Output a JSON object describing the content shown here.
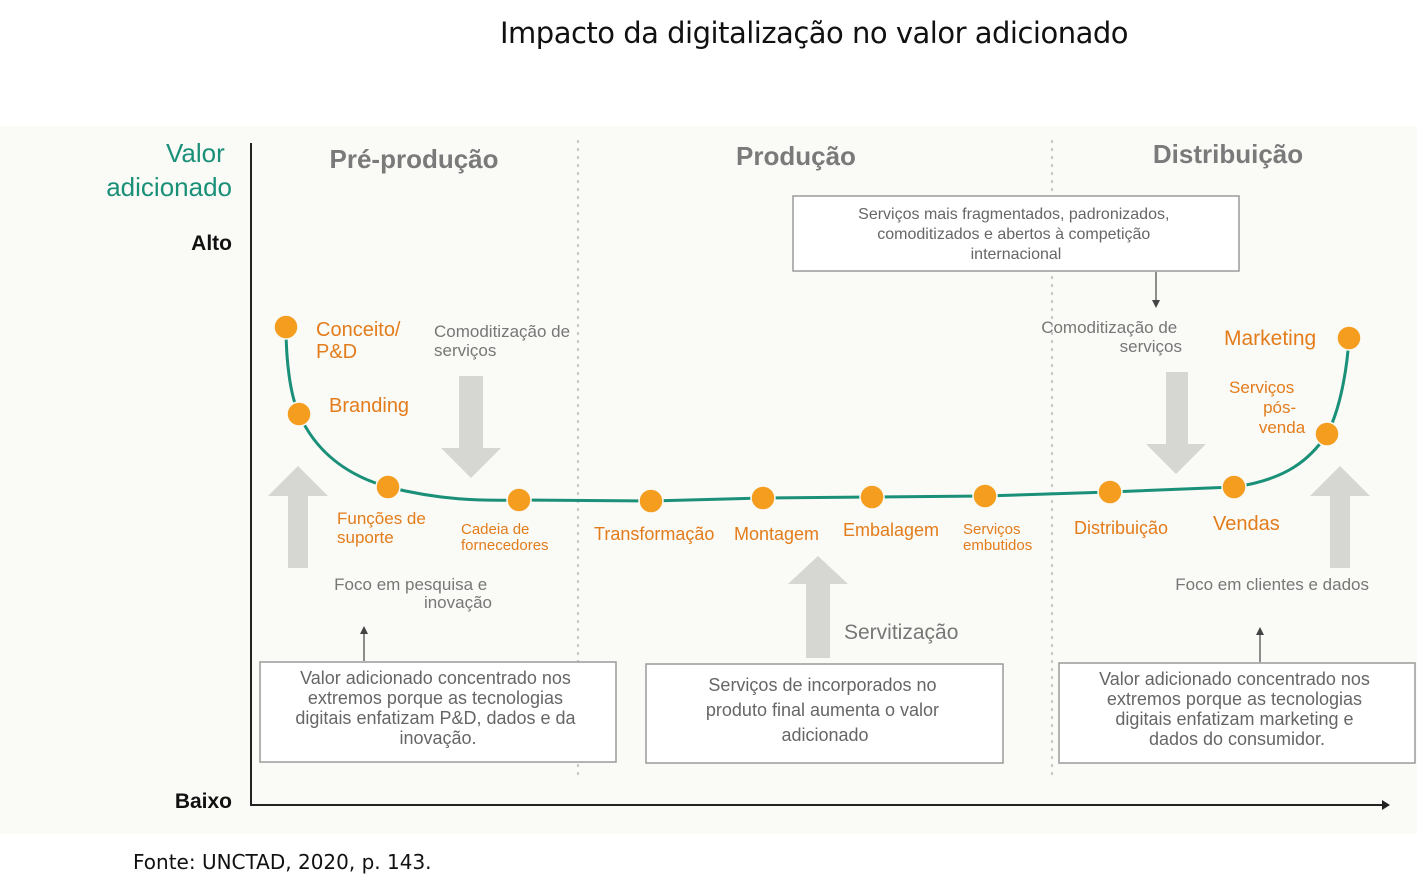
{
  "title": "Impacto da digitalização no valor adicionado",
  "source": "Fonte: UNCTAD, 2020, p. 143.",
  "colors": {
    "accent_green": "#1a9078",
    "orange": "#e37c1b",
    "node": "#f59d1f",
    "grey_text": "#777777",
    "arrow_fill": "#d6d6d2"
  },
  "axis": {
    "ylabel_line1": "Valor",
    "ylabel_line2": "adicionado",
    "high": "Alto",
    "low": "Baixo"
  },
  "phases": [
    {
      "label": "Pré-produção"
    },
    {
      "label": "Produção"
    },
    {
      "label": "Distribuição"
    }
  ],
  "stages": [
    {
      "lines": [
        "Conceito/",
        "P&D"
      ]
    },
    {
      "lines": [
        "Branding"
      ]
    },
    {
      "lines": [
        "Funções de",
        "suporte"
      ]
    },
    {
      "lines": [
        "Cadeia de",
        "fornecedores"
      ]
    },
    {
      "lines": [
        "Transformação"
      ]
    },
    {
      "lines": [
        "Montagem"
      ]
    },
    {
      "lines": [
        "Embalagem"
      ]
    },
    {
      "lines": [
        "Serviços",
        "embutidos"
      ]
    },
    {
      "lines": [
        "Distribuição"
      ]
    },
    {
      "lines": [
        "Vendas"
      ]
    },
    {
      "lines": [
        "Serviços",
        "pós-",
        "venda"
      ]
    },
    {
      "lines": [
        "Marketing"
      ]
    }
  ],
  "annotations": {
    "comod_left": [
      "Comoditização de",
      "serviços"
    ],
    "comod_right": [
      "Comoditização de",
      "serviços"
    ],
    "focus_left": [
      "Foco em pesquisa e",
      "inovação"
    ],
    "focus_right": [
      "Foco em clientes e dados"
    ],
    "servitization": "Servitização"
  },
  "boxes": {
    "top": [
      "Serviços mais fragmentados, padronizados,",
      "comoditizados e abertos à competição",
      "internacional"
    ],
    "left": [
      "Valor adicionado concentrado nos",
      "extremos porque as tecnologias",
      "digitais enfatizam P&D, dados e da",
      "inovação."
    ],
    "middle": [
      "Serviços de incorporados no",
      "produto final aumenta o  valor",
      "adicionado"
    ],
    "right": [
      "Valor adicionado concentrado nos",
      "extremos porque as tecnologias",
      "digitais enfatizam marketing e",
      "dados do consumidor."
    ]
  }
}
